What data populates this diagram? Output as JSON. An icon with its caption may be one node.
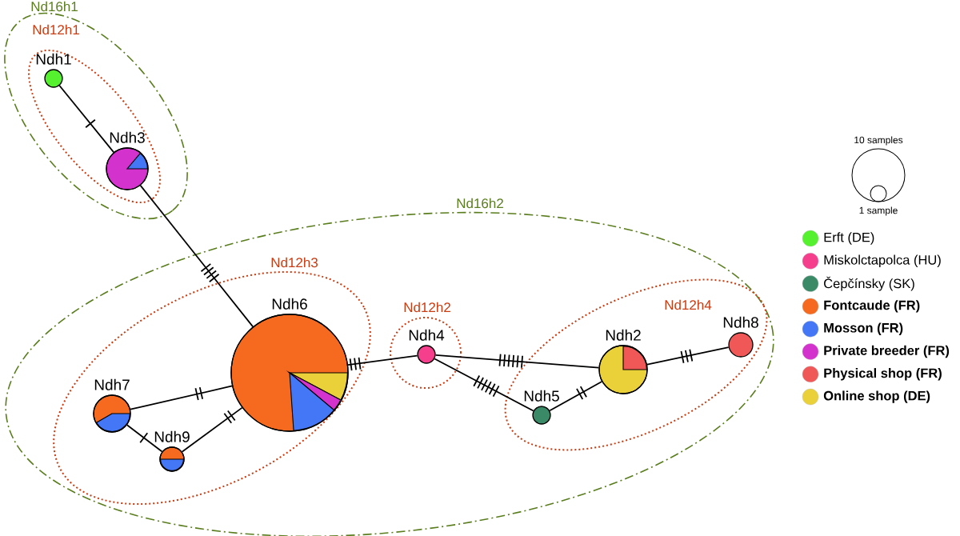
{
  "diagram": {
    "nodes": [
      {
        "text": [
          "Nd16h1"
        ]
      },
      {
        "text": [
          "Nd12h1"
        ],
        "in": 0
      },
      {
        "text": [
          "Ndh1"
        ],
        "in": 1
      },
      {
        "text": [
          "Ndh3"
        ],
        "in": 1
      },
      {
        "text": [
          "Nd16h2"
        ]
      },
      {
        "text": [
          "Nd12h3"
        ],
        "in": 4
      },
      {
        "text": [
          "Ndh6"
        ],
        "in": 5
      },
      {
        "text": [
          "Ndh7"
        ],
        "in": 5
      },
      {
        "text": [
          "Ndh9"
        ],
        "in": 5
      },
      {
        "text": [
          "Nd12h2"
        ],
        "in": 4
      },
      {
        "text": [
          "Ndh4"
        ],
        "in": 9
      },
      {
        "text": [
          "Nd12h4"
        ],
        "in": 4
      },
      {
        "text": [
          "Ndh2"
        ],
        "in": 11
      },
      {
        "text": [
          "Ndh5"
        ],
        "in": 11
      },
      {
        "text": [
          "Ndh8"
        ],
        "in": 11
      }
    ],
    "edges": [
      {
        "from": 2,
        "to": 3,
        "arrow": "none"
      },
      {
        "from": 3,
        "to": 6,
        "arrow": "none"
      },
      {
        "from": 6,
        "to": 7,
        "arrow": "none"
      },
      {
        "from": 7,
        "to": 8,
        "arrow": "none"
      },
      {
        "from": 8,
        "to": 6,
        "arrow": "none"
      },
      {
        "from": 6,
        "to": 10,
        "arrow": "none"
      },
      {
        "from": 10,
        "to": 12,
        "arrow": "none"
      },
      {
        "from": 10,
        "to": 13,
        "arrow": "none"
      },
      {
        "from": 13,
        "to": 12,
        "arrow": "none"
      },
      {
        "from": 12,
        "to": 14,
        "arrow": "none"
      }
    ],
    "labels": [
      "10 samples",
      "1 sample"
    ],
    "legend": [
      {
        "text": "Erft (DE)",
        "color": "#55f02e"
      },
      {
        "text": "Miskolctapolca (HU)",
        "color": "#f53f8d"
      },
      {
        "text": "Čepčínsky (SK)",
        "color": "#3a8a68"
      },
      {
        "text": "Fontcaude (FR)",
        "color": "#f56a1e"
      },
      {
        "text": "Mosson (FR)",
        "color": "#4477f5"
      },
      {
        "text": "Private breeder (FR)",
        "color": "#d432cc"
      },
      {
        "text": "Physical shop (FR)",
        "color": "#f05858"
      },
      {
        "text": "Online shop (DE)",
        "color": "#ead13a"
      }
    ]
  }
}
